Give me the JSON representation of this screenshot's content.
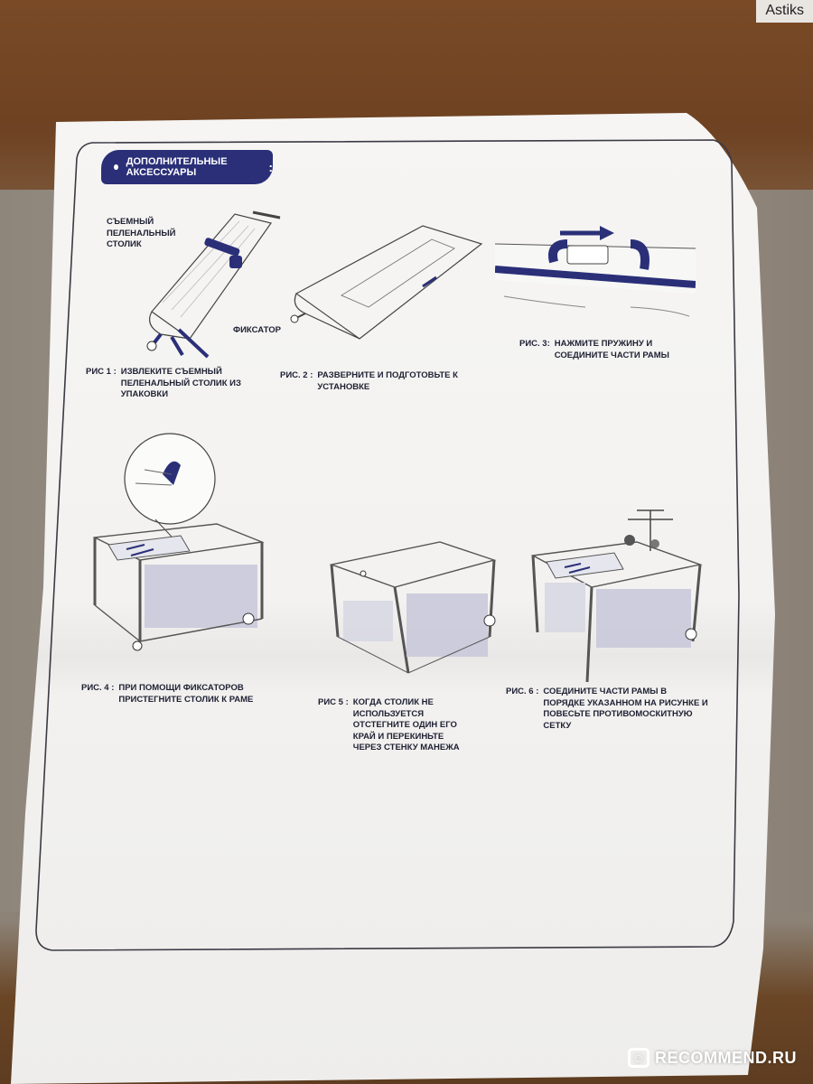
{
  "corner_tag": "Astiks",
  "watermark": "RECOMMEND.RU",
  "header": {
    "title": "ДОПОЛНИТЕЛЬНЫЕ АКСЕССУАРЫ",
    "colon": ":"
  },
  "labels": {
    "removable_table": [
      "СЪЕМНЫЙ",
      "ПЕЛЕНАЛЬНЫЙ",
      "СТОЛИК"
    ],
    "latch": "ФИКСАТОР"
  },
  "steps": [
    {
      "num": "РИС 1 :",
      "lines": [
        "ИЗВЛЕКИТЕ СЪЕМНЫЙ",
        "ПЕЛЕНАЛЬНЫЙ СТОЛИК ИЗ",
        "УПАКОВКИ"
      ]
    },
    {
      "num": "РИС. 2 :",
      "lines": [
        "РАЗВЕРНИТЕ И ПОДГОТОВЬТЕ К",
        "УСТАНОВКЕ"
      ]
    },
    {
      "num": "РИС. 3:",
      "lines": [
        "НАЖМИТЕ ПРУЖИНУ И",
        "СОЕДИНИТЕ ЧАСТИ РАМЫ"
      ]
    },
    {
      "num": "РИС. 4 :",
      "lines": [
        "ПРИ ПОМОЩИ ФИКСАТОРОВ",
        "ПРИСТЕГНИТЕ СТОЛИК К РАМЕ"
      ]
    },
    {
      "num": "РИС 5 :",
      "lines": [
        "КОГДА СТОЛИК НЕ",
        "ИСПОЛЬЗУЕТСЯ",
        "ОТСТЕГНИТЕ ОДИН ЕГО",
        "КРАЙ И ПЕРЕКИНЬТЕ",
        "ЧЕРЕЗ СТЕНКУ МАНЕЖА"
      ]
    },
    {
      "num": "РИС. 6 :",
      "lines": [
        "СОЕДИНИТЕ ЧАСТИ РАМЫ В",
        "ПОРЯДКЕ УКАЗАННОМ НА РИСУНКЕ И",
        "ПОВЕСЬТЕ ПРОТИВОМОСКИТНУЮ",
        "СЕТКУ"
      ]
    }
  ],
  "colors": {
    "accent": "#2a2f78",
    "paper": "#f4f3f1",
    "line": "#3a3a44"
  }
}
